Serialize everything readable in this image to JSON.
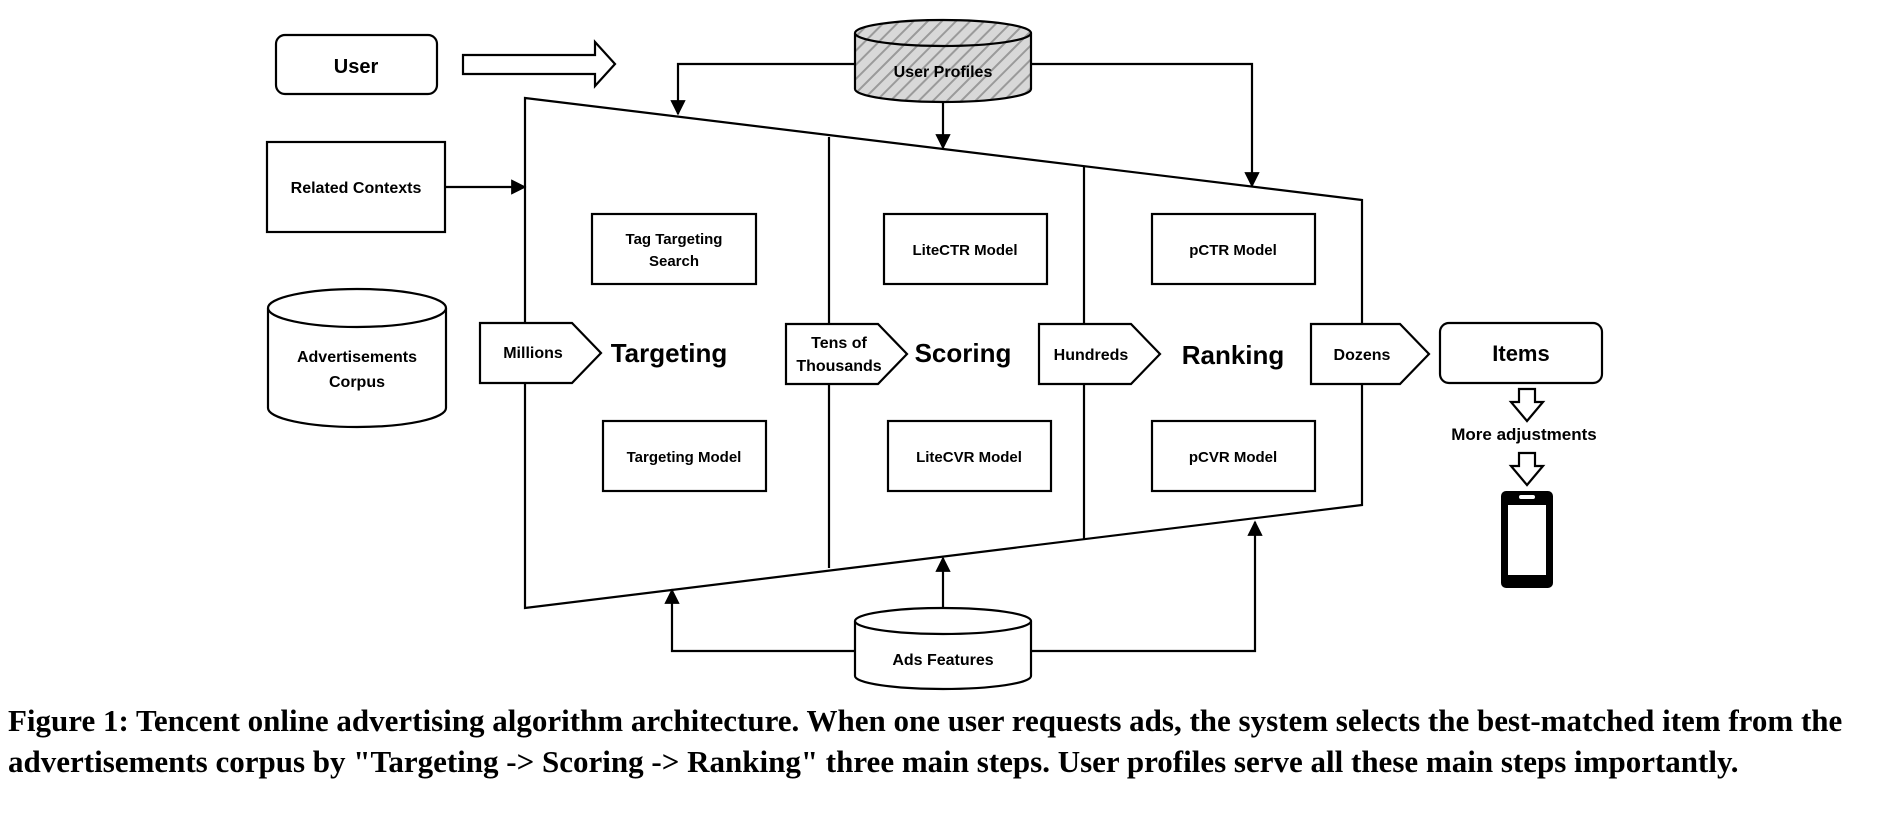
{
  "nodes": {
    "user": "User",
    "user_profiles": "User Profiles",
    "related_contexts": "Related Contexts",
    "ads_corpus_line1": "Advertisements",
    "ads_corpus_line2": "Corpus",
    "ads_features": "Ads Features",
    "items": "Items",
    "more_adjustments": "More adjustments"
  },
  "stages": {
    "targeting": "Targeting",
    "scoring": "Scoring",
    "ranking": "Ranking"
  },
  "counts": {
    "millions": "Millions",
    "tens_line1": "Tens of",
    "tens_line2": "Thousands",
    "hundreds": "Hundreds",
    "dozens": "Dozens"
  },
  "models": {
    "tag_targeting_line1": "Tag Targeting",
    "tag_targeting_line2": "Search",
    "targeting_model": "Targeting Model",
    "litectr": "LiteCTR Model",
    "litecvr": "LiteCVR Model",
    "pctr": "pCTR Model",
    "pcvr": "pCVR Model"
  },
  "caption": "Figure 1: Tencent online advertising algorithm architecture. When one user requests ads, the system selects the best-matched item from the advertisements corpus by \"Targeting -> Scoring -> Ranking\" three main steps. User profiles serve all these main steps importantly."
}
